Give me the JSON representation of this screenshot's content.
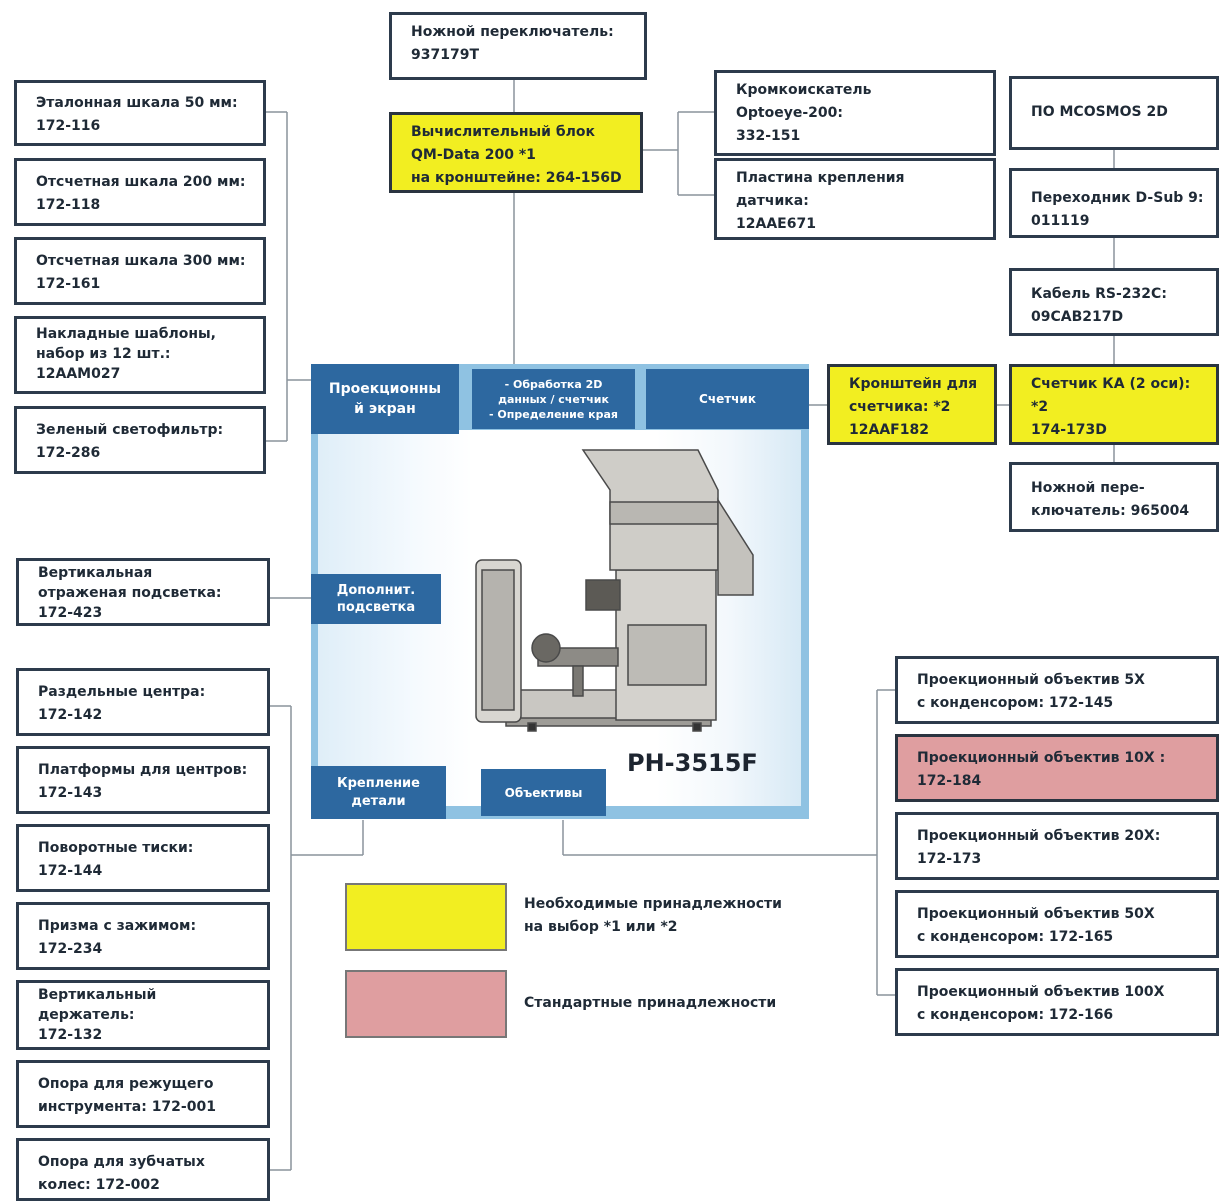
{
  "colors": {
    "required": "#f2ee21",
    "standard": "#df9ea0",
    "panel_tab": "#2d68a0",
    "panel_bg": "#8fc2e2",
    "box_border": "#2d3b4c"
  },
  "top": {
    "foot_switch": [
      "Ножной переключатель:",
      "937179T"
    ],
    "data_unit": [
      "Вычислительный блок",
      "QM-Data 200  *1",
      "на кронштейне: 264-156D"
    ],
    "edge_sensor": [
      "Кромкоискатель",
      "Optoeye-200:",
      "332-151"
    ],
    "sensor_plate": [
      "Пластина крепления",
      "датчика:",
      "12AAE671"
    ]
  },
  "right_chain": {
    "mcosmos": [
      "ПО MCOSMOS 2D"
    ],
    "adapter": [
      "Переходник D-Sub 9:",
      "011119"
    ],
    "cable": [
      "Кабель RS-232C:",
      "09CAB217D"
    ],
    "counter": [
      "Счетчик КА (2 оси):",
      "*2",
      "174-173D"
    ],
    "counter_bracket": [
      "Кронштейн для",
      "счетчика: *2",
      "12AAF182"
    ],
    "foot_switch2": [
      "Ножной пере-",
      "ключатель: 965004"
    ]
  },
  "left_screen_group": [
    [
      "Эталонная шкала 50 мм:",
      "172-116"
    ],
    [
      "Отсчетная шкала 200 мм:",
      "172-118"
    ],
    [
      "Отсчетная шкала 300 мм:",
      "172-161"
    ],
    [
      "Накладные шаблоны,",
      "набор из 12 шт.:",
      "12AAM027"
    ],
    [
      "Зеленый светофильтр:",
      "172-286"
    ]
  ],
  "illumination": [
    "Вертикальная",
    "отраженая подсветка:",
    "172-423"
  ],
  "left_fixture_group": [
    [
      "Раздельные центра:",
      "172-142"
    ],
    [
      "Платформы для центров:",
      "172-143"
    ],
    [
      "Поворотные тиски:",
      "172-144"
    ],
    [
      "Призма с зажимом:",
      "172-234"
    ],
    [
      "Вертикальный",
      "держатель:",
      "172-132"
    ],
    [
      "Опора для режущего",
      "инструмента: 172-001"
    ],
    [
      "Опора для зубчатых",
      "колес: 172-002"
    ]
  ],
  "lenses": [
    [
      "Проекционный объектив 5X",
      "с конденсором: 172-145"
    ],
    [
      "Проекционный объектив 10X :",
      "172-184"
    ],
    [
      "Проекционный объектив 20X:",
      "172-173"
    ],
    [
      "Проекционный объектив 50X",
      "с конденсором: 172-165"
    ],
    [
      "Проекционный объектив 100X",
      "с конденсором: 172-166"
    ]
  ],
  "panel": {
    "tab_screen": [
      "Проекционны",
      "й экран"
    ],
    "tab_processing": [
      "- Обработка 2D",
      "данных / счетчик",
      "- Определение края"
    ],
    "tab_counter": [
      "Счетчик"
    ],
    "tab_illum": [
      "Дополнит.",
      "подсветка"
    ],
    "tab_mount": [
      "Крепление",
      "детали"
    ],
    "tab_lens": [
      "Объективы"
    ],
    "model": "PH-3515F"
  },
  "legend": {
    "required_text": [
      "Необходимые принадлежности",
      "на выбор *1 или *2"
    ],
    "standard_text": [
      "Стандартные принадлежности"
    ]
  }
}
